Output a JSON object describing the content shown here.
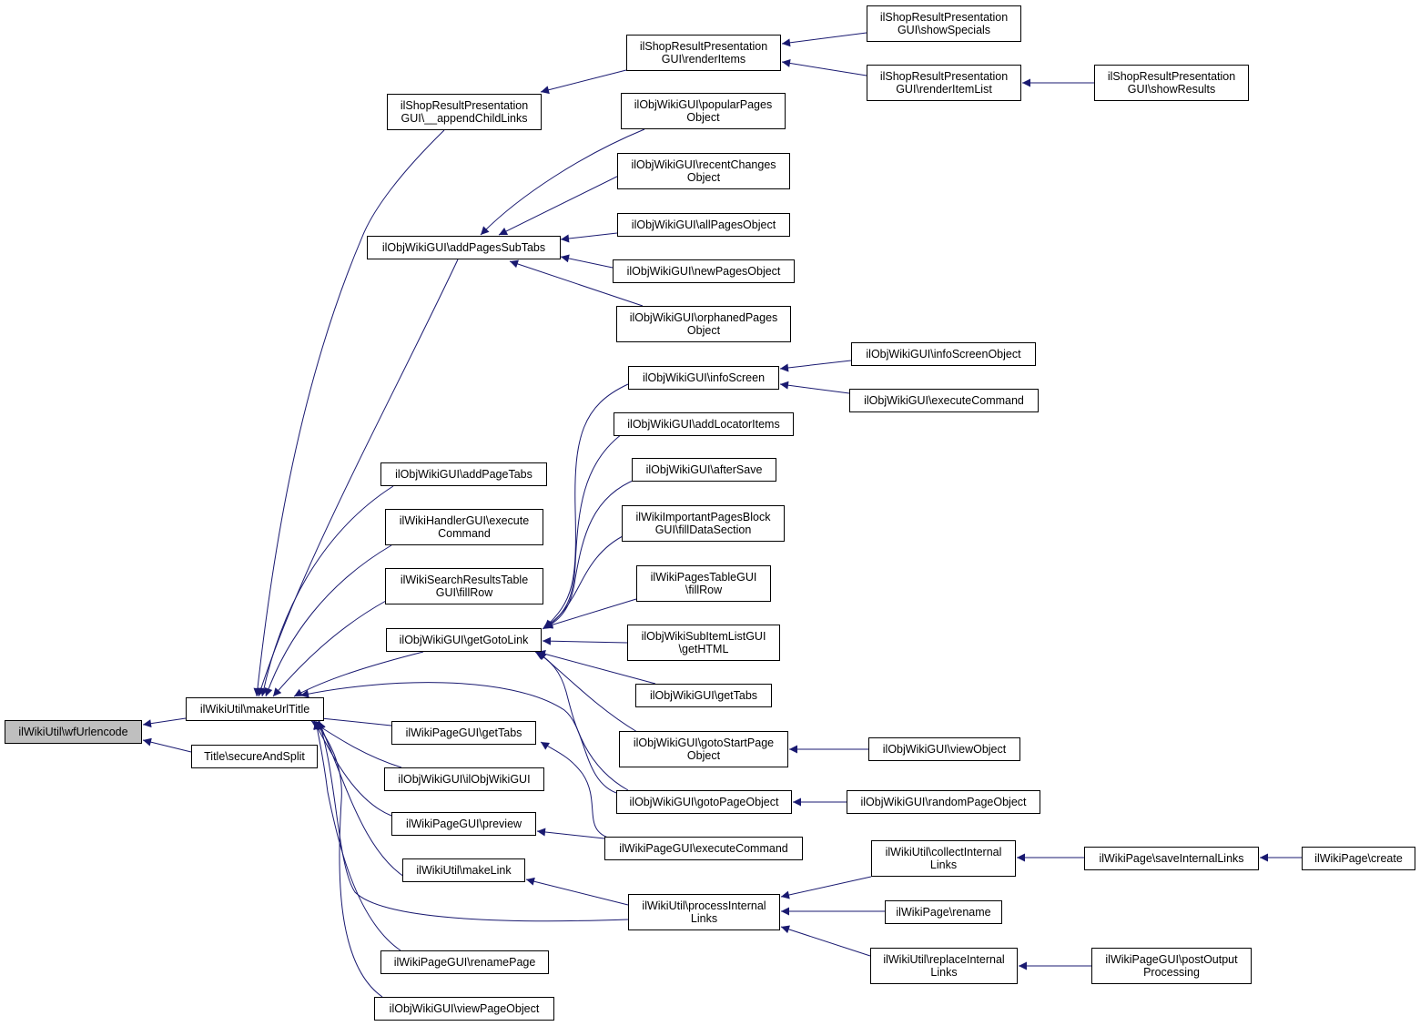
{
  "colors": {
    "edge": "#191970",
    "node_border": "#000000",
    "root_fill": "#bfbfbf",
    "node_fill": "#ffffff"
  },
  "nodes": {
    "wfurlencode": "ilWikiUtil\\wfUrlencode",
    "makeurltitle": "ilWikiUtil\\makeUrlTitle",
    "secureandsplit": "Title\\secureAndSplit",
    "appendchildlinks": "ilShopResultPresentation\nGUI\\__appendChildLinks",
    "renderitems": "ilShopResultPresentation\nGUI\\renderItems",
    "showspecials": "ilShopResultPresentation\nGUI\\showSpecials",
    "renderitemlist": "ilShopResultPresentation\nGUI\\renderItemList",
    "showresults": "ilShopResultPresentation\nGUI\\showResults",
    "addpagessubtabs": "ilObjWikiGUI\\addPagesSubTabs",
    "popularpages": "ilObjWikiGUI\\popularPages\nObject",
    "recentchanges": "ilObjWikiGUI\\recentChanges\nObject",
    "allpages": "ilObjWikiGUI\\allPagesObject",
    "newpages": "ilObjWikiGUI\\newPagesObject",
    "orphanedpages": "ilObjWikiGUI\\orphanedPages\nObject",
    "infoscreen": "ilObjWikiGUI\\infoScreen",
    "infoscreenobject": "ilObjWikiGUI\\infoScreenObject",
    "executecommand_wiki": "ilObjWikiGUI\\executeCommand",
    "addlocatoritems": "ilObjWikiGUI\\addLocatorItems",
    "aftersave": "ilObjWikiGUI\\afterSave",
    "importantpages": "ilWikiImportantPagesBlock\nGUI\\fillDataSection",
    "pagestable": "ilWikiPagesTableGUI\n\\fillRow",
    "subitemlist": "ilObjWikiSubItemListGUI\n\\getHTML",
    "gettabs_wiki": "ilObjWikiGUI\\getTabs",
    "gotostartpage": "ilObjWikiGUI\\gotoStartPage\nObject",
    "viewobject": "ilObjWikiGUI\\viewObject",
    "gotopageobject": "ilObjWikiGUI\\gotoPageObject",
    "randompageobject": "ilObjWikiGUI\\randomPageObject",
    "addpagetabs": "ilObjWikiGUI\\addPageTabs",
    "handlerexecute": "ilWikiHandlerGUI\\execute\nCommand",
    "searchresults": "ilWikiSearchResultsTable\nGUI\\fillRow",
    "getgotolink": "ilObjWikiGUI\\getGotoLink",
    "gettabs_page": "ilWikiPageGUI\\getTabs",
    "ilobjwikigui": "ilObjWikiGUI\\ilObjWikiGUI",
    "preview": "ilWikiPageGUI\\preview",
    "executecommand_page": "ilWikiPageGUI\\executeCommand",
    "makelink": "ilWikiUtil\\makeLink",
    "processinternal": "ilWikiUtil\\processInternal\nLinks",
    "collectinternal": "ilWikiUtil\\collectInternal\nLinks",
    "saveinternal": "ilWikiPage\\saveInternalLinks",
    "create": "ilWikiPage\\create",
    "rename": "ilWikiPage\\rename",
    "replaceinternal": "ilWikiUtil\\replaceInternal\nLinks",
    "postoutput": "ilWikiPageGUI\\postOutput\nProcessing",
    "renamepage": "ilWikiPageGUI\\renamePage",
    "viewpageobject": "ilObjWikiGUI\\viewPageObject"
  }
}
